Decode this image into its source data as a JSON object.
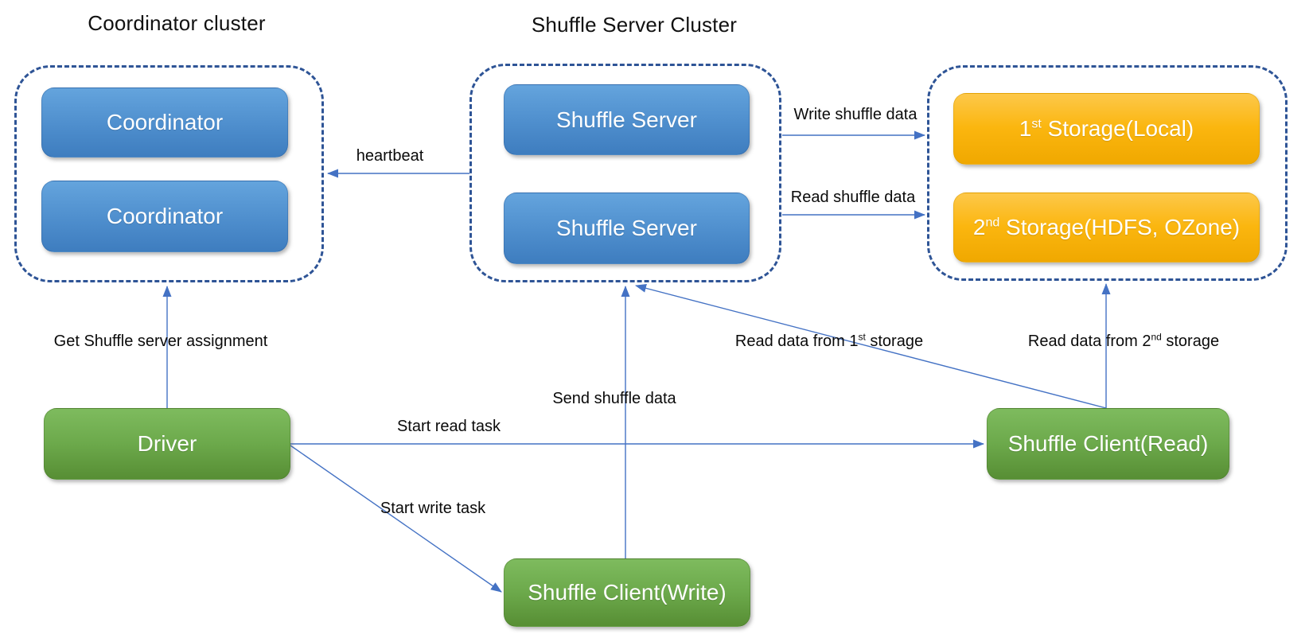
{
  "colors": {
    "background": "#ffffff",
    "cluster_border": "#2e5496",
    "arrow": "#4472c4",
    "node_blue_top": "#64a4dd",
    "node_blue_bottom": "#3e7dbf",
    "node_green_top": "#7ebb5e",
    "node_green_bottom": "#578e34",
    "node_gold_top": "#fdc84a",
    "node_gold_bottom": "#f0a800",
    "label_text": "#0a0a0a",
    "node_text": "#ffffff"
  },
  "clusters": {
    "coordinator": {
      "title": "Coordinator cluster",
      "nodes": [
        {
          "label": "Coordinator"
        },
        {
          "label": "Coordinator"
        }
      ]
    },
    "shuffle_server": {
      "title": "Shuffle Server Cluster",
      "nodes": [
        {
          "label": "Shuffle Server"
        },
        {
          "label": "Shuffle Server"
        }
      ]
    },
    "storage": {
      "nodes": [
        {
          "num": "1",
          "sup": "st",
          "rest": " Storage(Local)"
        },
        {
          "num": "2",
          "sup": "nd",
          "rest": " Storage(HDFS, OZone)"
        }
      ]
    }
  },
  "nodes": {
    "driver": {
      "label": "Driver"
    },
    "shuffle_client_read": {
      "label": "Shuffle Client(Read)"
    },
    "shuffle_client_write": {
      "label": "Shuffle Client(Write)"
    }
  },
  "edges": {
    "heartbeat": {
      "label": "heartbeat"
    },
    "write_shuffle_data": {
      "label": "Write shuffle data"
    },
    "read_shuffle_data": {
      "label": "Read shuffle data"
    },
    "get_assignment": {
      "label": "Get Shuffle server assignment"
    },
    "send_shuffle_data": {
      "label": "Send shuffle data"
    },
    "read_1st_storage": {
      "pre": "Read data from 1",
      "sup": "st",
      "post": " storage"
    },
    "read_2nd_storage": {
      "pre": "Read data from 2",
      "sup": "nd",
      "post": " storage"
    },
    "start_read_task": {
      "label": "Start read task"
    },
    "start_write_task": {
      "label": "Start write task"
    }
  }
}
